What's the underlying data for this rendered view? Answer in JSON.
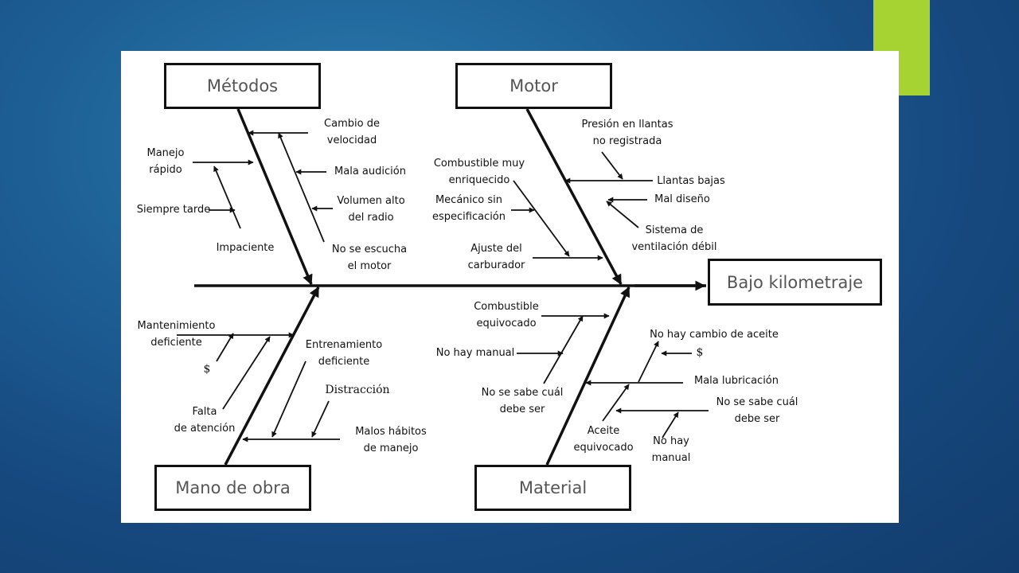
{
  "effect": "Bajo kilometraje",
  "categories": {
    "metodos": "Métodos",
    "motor": "Motor",
    "mano_de_obra": "Mano de obra",
    "material": "Material"
  },
  "causes": {
    "cambio_velocidad": "Cambio de\nvelocidad",
    "manejo_rapido": "Manejo\nrápido",
    "mala_audicion": "Mala audición",
    "volumen_alto": "Volumen alto\ndel radio",
    "siempre_tarde": "Siempre tarde",
    "impaciente": "Impaciente",
    "no_se_escucha": "No se escucha\nel motor",
    "presion_llantas": "Presión en llantas\nno registrada",
    "combustible_enriquecido": "Combustible muy\nenriquecido",
    "llantas_bajas": "Llantas bajas",
    "mecanico": "Mecánico sin\nespecificación",
    "mal_diseno": "Mal diseño",
    "sistema_ventilacion": "Sistema de\nventilación débil",
    "ajuste_carburador": "Ajuste del\ncarburador",
    "mantenimiento": "Mantenimiento\ndeficiente",
    "dinero_1": "$",
    "entrenamiento": "Entrenamiento\ndeficiente",
    "distraccion": "Distracción",
    "falta_atencion": "Falta\nde atención",
    "malos_habitos": "Malos hábitos\nde manejo",
    "combustible_equivocado": "Combustible\nequivocado",
    "no_hay_manual_1": "No hay manual",
    "no_se_sabe_1": "No se sabe cuál\ndebe ser",
    "no_hay_cambio_aceite": "No hay cambio de aceite",
    "dinero_2": "$",
    "mala_lubricacion": "Mala lubricación",
    "no_se_sabe_2": "No se sabe cuál\ndebe ser",
    "aceite_equivocado": "Aceite\nequivocado",
    "no_hay_manual_2": "No hay\nmanual"
  }
}
